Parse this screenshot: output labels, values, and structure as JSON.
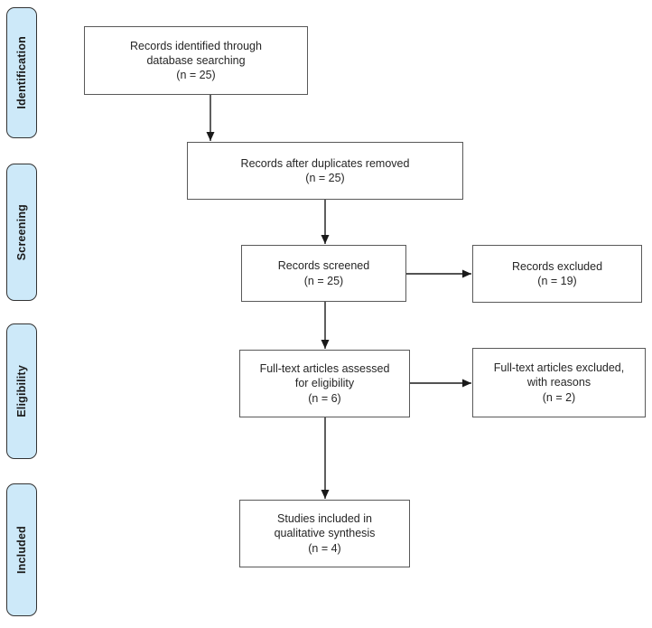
{
  "sidebar": {
    "stages": [
      {
        "label": "Identification"
      },
      {
        "label": "Screening"
      },
      {
        "label": "Eligibility"
      },
      {
        "label": "Included"
      }
    ]
  },
  "flow": {
    "boxes": {
      "identified": {
        "lines": [
          "Records identified through",
          "database searching",
          "(n = 25)"
        ]
      },
      "deduplicated": {
        "lines": [
          "Records after duplicates removed",
          "(n = 25)"
        ]
      },
      "screened": {
        "lines": [
          "Records screened",
          "(n = 25)"
        ]
      },
      "records_excluded": {
        "lines": [
          "Records excluded",
          "(n = 19)"
        ]
      },
      "fulltext_assessed": {
        "lines": [
          "Full-text articles assessed",
          "for eligibility",
          "(n = 6)"
        ]
      },
      "fulltext_excluded": {
        "lines": [
          "Full-text articles excluded,",
          "with reasons",
          "(n = 2)"
        ]
      },
      "qualitative_included": {
        "lines": [
          "Studies included in",
          "qualitative synthesis",
          "(n = 4)"
        ]
      }
    }
  },
  "colors": {
    "stage_fill": "#cde9f9",
    "stage_border": "#333333",
    "box_border": "#595959",
    "arrow": "#1a1a1a",
    "text": "#262626"
  }
}
